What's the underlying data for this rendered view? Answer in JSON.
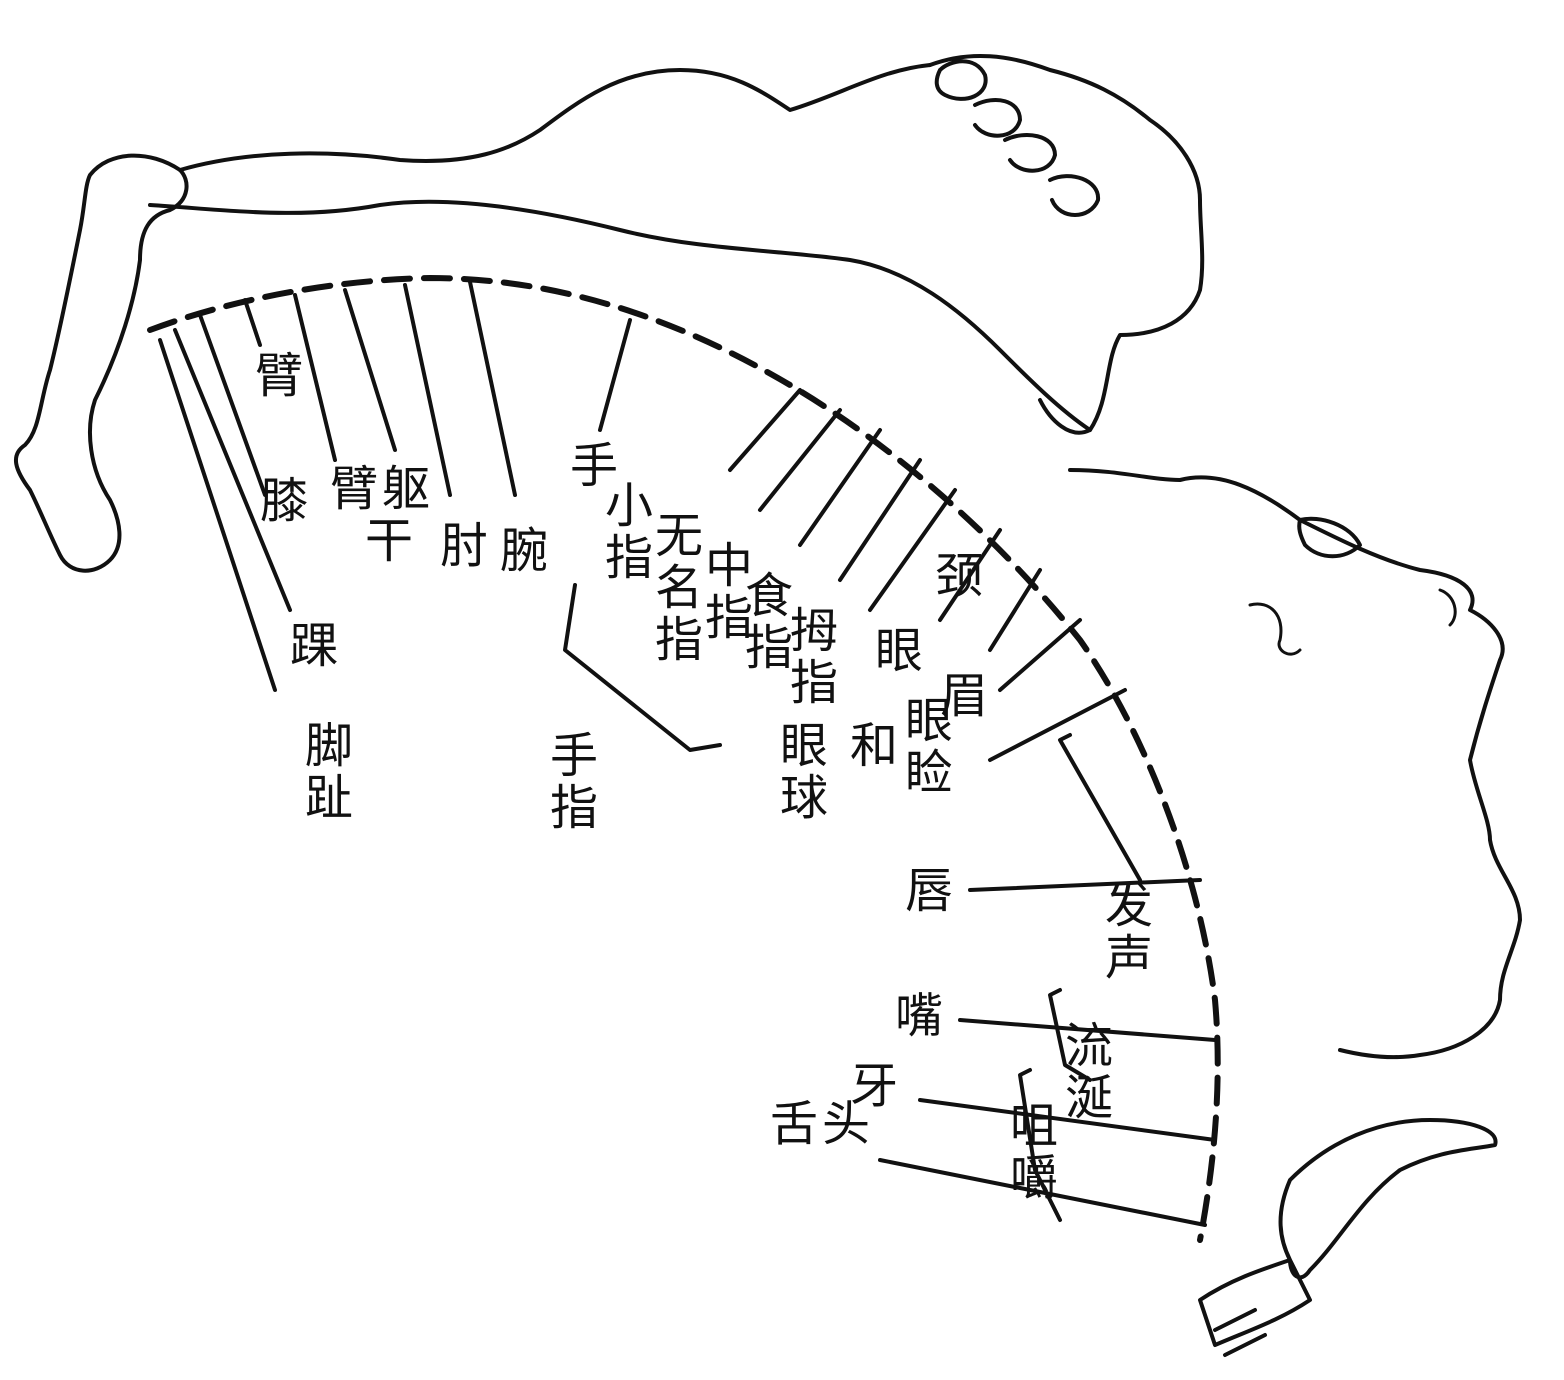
{
  "labels": {
    "bi": "臂",
    "xi": "膝",
    "bi_qu": "臂躯",
    "gan": "干",
    "zhou": "肘",
    "wan": "腕",
    "shou": "手",
    "huai": "踝",
    "jiao_zhi": "脚趾",
    "xiao_zhi": "小指",
    "wu_ming_zhi": "无名指",
    "zhong_zhi": "中指",
    "shi_zhi": "食指",
    "mu_zhi": "拇指",
    "shou_zhi": "手指",
    "jing": "颈",
    "yan": "眼",
    "mei": "眉",
    "yan_jian": "眼睑",
    "he": "和",
    "yan_qiu": "眼球",
    "chun": "唇",
    "fa_sheng": "发声",
    "zui": "嘴",
    "liu_xian": "流涎",
    "ya": "牙",
    "ju_jue": "咀嚼",
    "she_tou": "舌头"
  },
  "colors": {
    "ink": "#111111",
    "paper": "#ffffff"
  }
}
